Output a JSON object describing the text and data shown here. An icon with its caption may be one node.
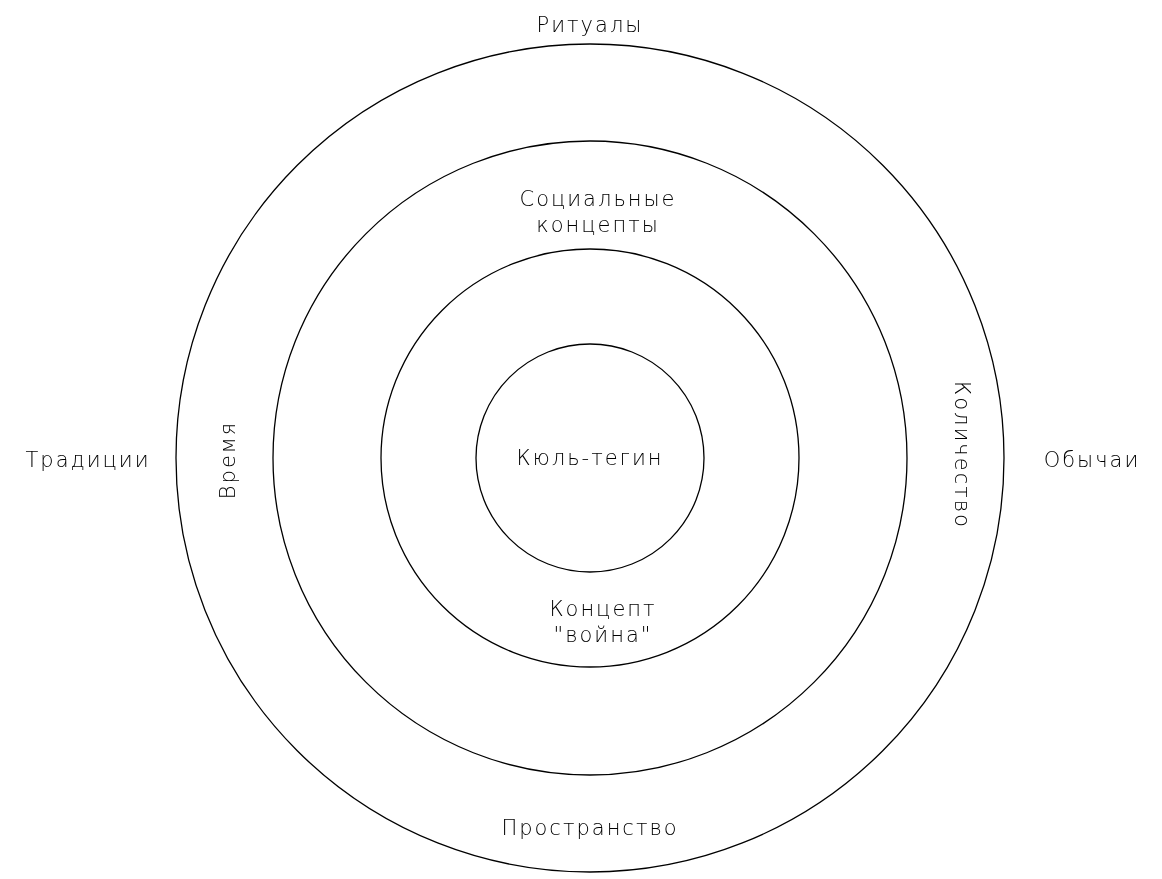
{
  "diagram": {
    "nodes": [
      {
        "text": [
          "Время",
          "Количество",
          "Пространство"
        ]
      },
      {
        "text": [
          "Социальные концепты"
        ],
        "in": 0
      },
      {
        "text": [
          "Концепт \"война\""
        ],
        "in": 1
      },
      {
        "text": [
          "Кюль-тегин"
        ],
        "in": 2
      }
    ],
    "labels": [
      "Ритуалы",
      "Традиции",
      "Обычаи"
    ]
  }
}
